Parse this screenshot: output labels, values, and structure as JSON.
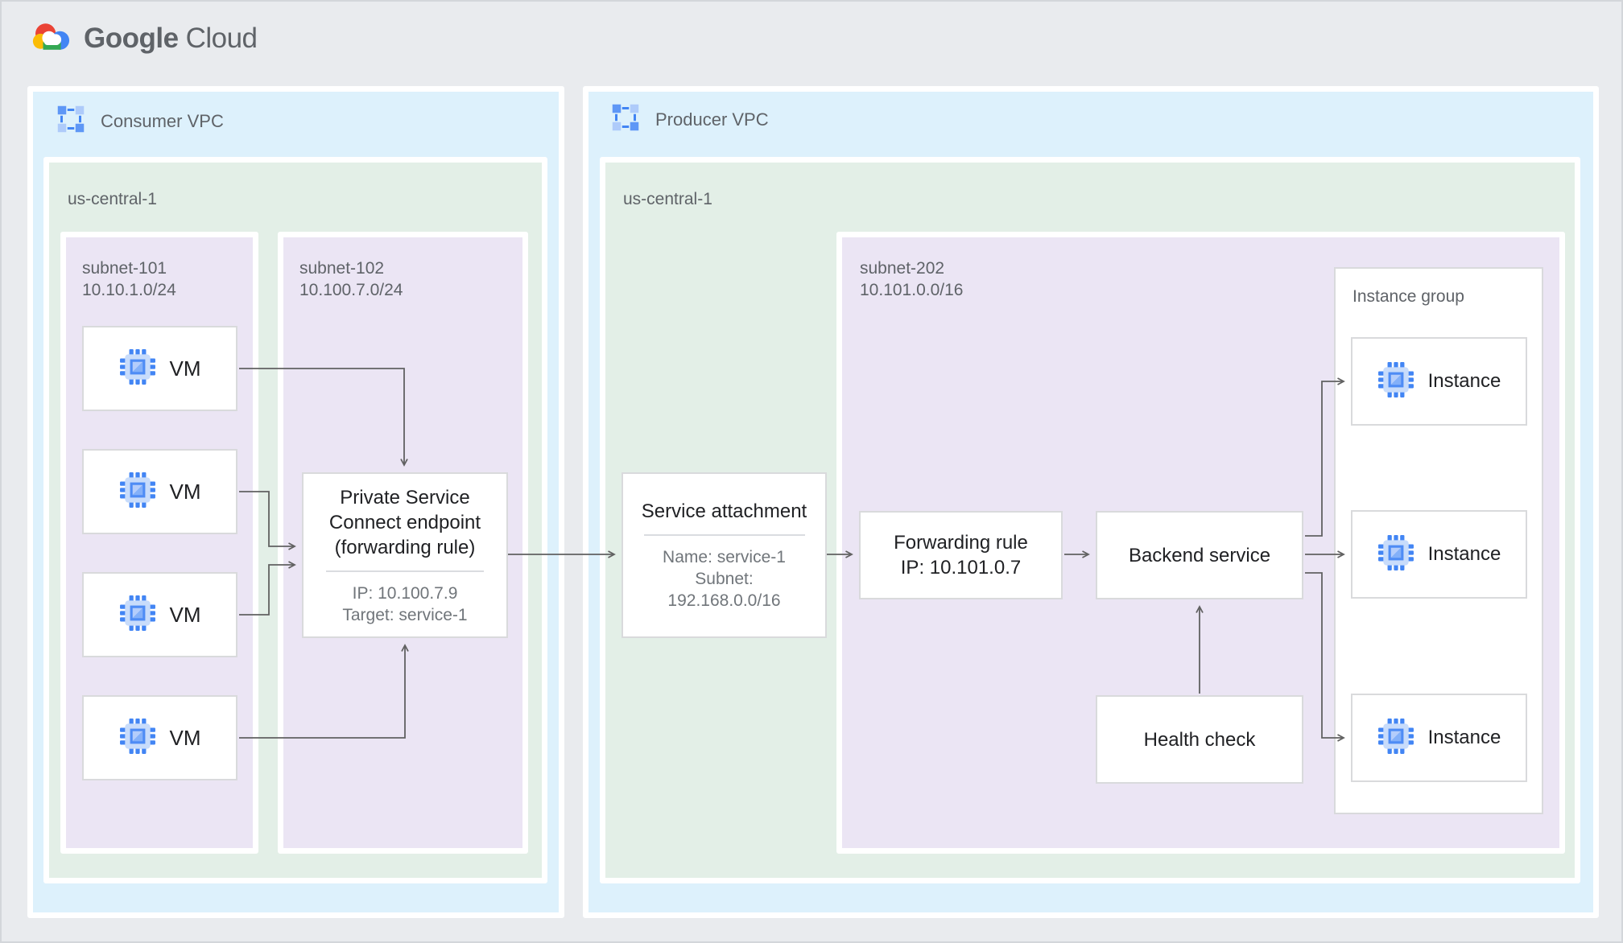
{
  "logo": {
    "google": "Google",
    "cloud": "Cloud"
  },
  "consumer_vpc": {
    "label": "Consumer VPC",
    "region": {
      "label": "us-central-1",
      "subnet101": {
        "name": "subnet-101",
        "cidr": "10.10.1.0/24",
        "vms": [
          {
            "label": "VM"
          },
          {
            "label": "VM"
          },
          {
            "label": "VM"
          },
          {
            "label": "VM"
          }
        ]
      },
      "subnet102": {
        "name": "subnet-102",
        "cidr": "10.100.7.0/24",
        "psc_endpoint": {
          "title": "Private Service Connect endpoint (forwarding rule)",
          "ip": "IP: 10.100.7.9",
          "target": "Target: service-1"
        }
      }
    }
  },
  "producer_vpc": {
    "label": "Producer VPC",
    "region": {
      "label": "us-central-1",
      "service_attachment": {
        "title": "Service attachment",
        "name": "Name: service-1",
        "subnet_label": "Subnet:",
        "subnet_cidr": "192.168.0.0/16"
      },
      "subnet202": {
        "name": "subnet-202",
        "cidr": "10.101.0.0/16",
        "forwarding_rule": {
          "title": "Forwarding rule",
          "ip": "IP: 10.101.0.7"
        },
        "backend_service": {
          "label": "Backend service"
        },
        "health_check": {
          "label": "Health check"
        },
        "instance_group": {
          "label": "Instance group",
          "instances": [
            {
              "label": "Instance"
            },
            {
              "label": "Instance"
            },
            {
              "label": "Instance"
            }
          ]
        }
      }
    }
  },
  "icons": {
    "logo": "google-cloud-logo",
    "vpc": "vpc-network-icon",
    "vm": "compute-chip-icon"
  },
  "colors": {
    "page_bg": "#e9ebee",
    "vpc_fill": "#ddf1fc",
    "region_fill": "#e3efe7",
    "subnet_fill": "#ebe5f4",
    "node_border": "#d9dadc",
    "arrow": "#616161",
    "accent_blue": "#4285f4",
    "text_dark": "#202124",
    "text_gray": "#5f6368",
    "logo_red": "#ea4335",
    "logo_yellow": "#fbbc05",
    "logo_green": "#34a853",
    "logo_blue": "#4285f4"
  }
}
